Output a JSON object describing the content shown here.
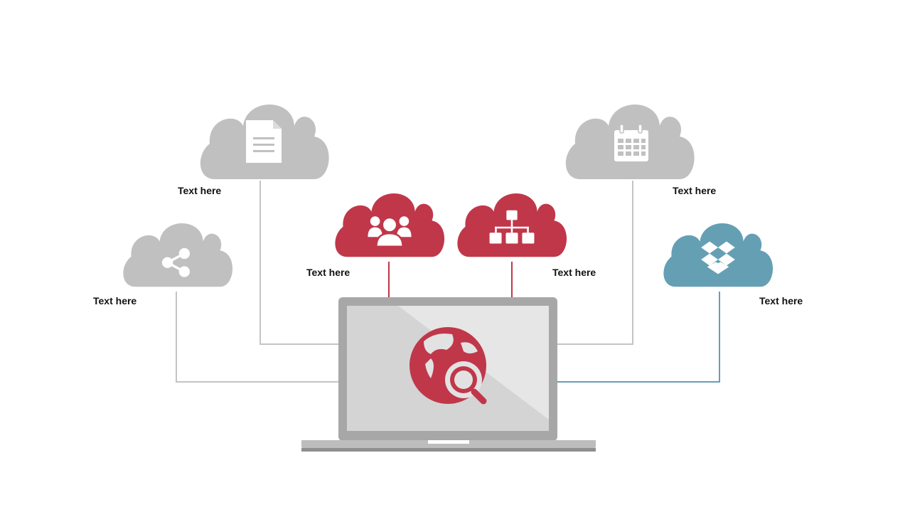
{
  "colors": {
    "gray_cloud": "#c0c0c0",
    "red_cloud": "#c0374a",
    "blue_cloud": "#659fb4",
    "gray_line": "#c4c4c4",
    "red_line": "#c0374a",
    "blue_line": "#659fb4",
    "laptop_frame": "#a7a7a7",
    "laptop_screen": "#dcdcdc",
    "laptop_base": "#bdbdbd"
  },
  "clouds": [
    {
      "id": "share",
      "icon": "share-icon",
      "color": "gray",
      "label": "Text here"
    },
    {
      "id": "document",
      "icon": "document-icon",
      "color": "gray",
      "label": "Text here"
    },
    {
      "id": "users",
      "icon": "users-icon",
      "color": "red",
      "label": "Text here"
    },
    {
      "id": "hierarchy",
      "icon": "hierarchy-icon",
      "color": "red",
      "label": "Text here"
    },
    {
      "id": "calendar",
      "icon": "calendar-icon",
      "color": "gray",
      "label": "Text here"
    },
    {
      "id": "dropbox",
      "icon": "dropbox-icon",
      "color": "blue",
      "label": "Text here"
    }
  ],
  "center": {
    "icon": "globe-search-icon"
  }
}
